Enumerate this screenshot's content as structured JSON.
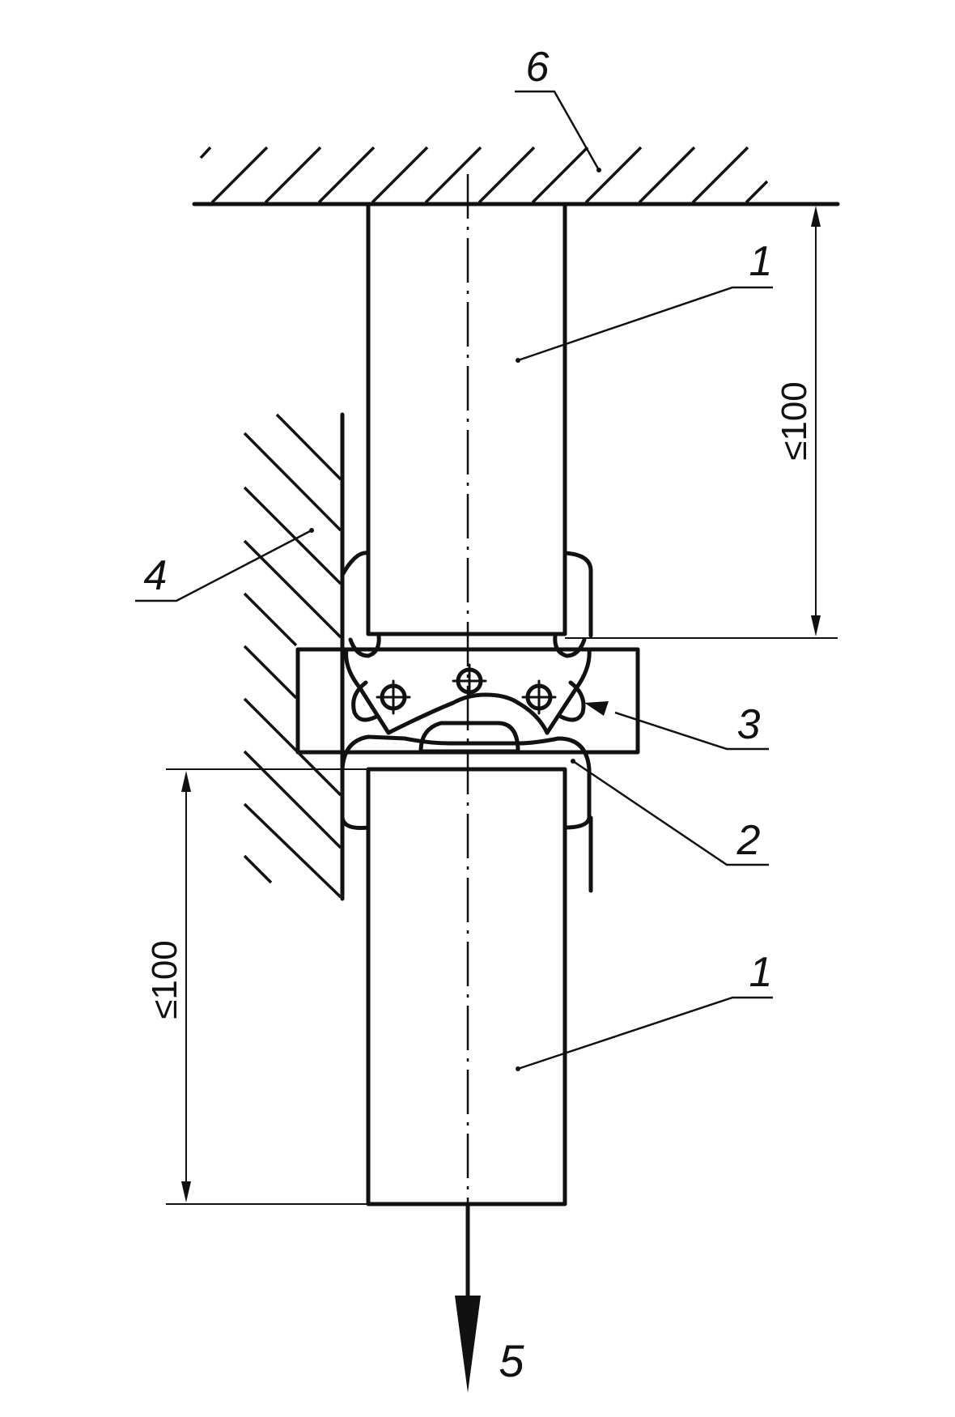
{
  "labels": {
    "ceiling": "6",
    "sample_top": "1",
    "sample_bottom": "1",
    "support": "4",
    "clamp": "3",
    "sleeve": "2",
    "load": "5"
  },
  "dimensions": {
    "top_length": "≤100",
    "bottom_length": "≤100"
  }
}
